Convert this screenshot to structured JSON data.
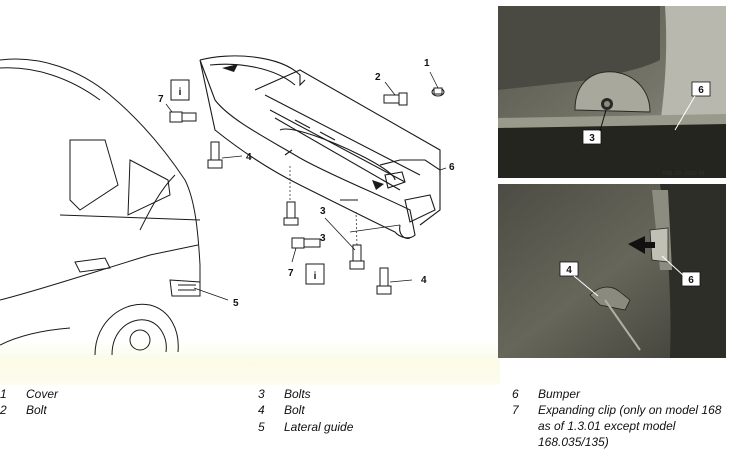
{
  "callouts": {
    "c1": "1",
    "c2": "2",
    "c3a": "3",
    "c3b": "3",
    "c4a": "4",
    "c4b": "4",
    "c5": "5",
    "c6": "6",
    "c7a": "7",
    "c7b": "7",
    "info_a": "i",
    "info_b": "i",
    "photo_top_3": "3",
    "photo_top_6": "6",
    "photo_bottom_4": "4",
    "photo_bottom_6": "6",
    "photo_code": "P88.20-2016-01"
  },
  "legend": [
    {
      "num": "1",
      "text": "Cover"
    },
    {
      "num": "2",
      "text": "Bolt"
    },
    {
      "num": "3",
      "text": "Bolts"
    },
    {
      "num": "4",
      "text": "Bolt"
    },
    {
      "num": "5",
      "text": "Lateral guide"
    },
    {
      "num": "6",
      "text": "Bumper"
    },
    {
      "num": "7",
      "text": "Expanding clip (only on model 168"
    },
    {
      "num": "",
      "text": "as of 1.3.01 except model"
    },
    {
      "num": "",
      "text": "168.035/135)"
    }
  ],
  "colors": {
    "line": "#1a1a1a",
    "highlight_band": "#fbfbe6",
    "photo_dark": "#3a3a34",
    "photo_mid": "#6b6b60",
    "photo_light": "#c9c9c0"
  }
}
